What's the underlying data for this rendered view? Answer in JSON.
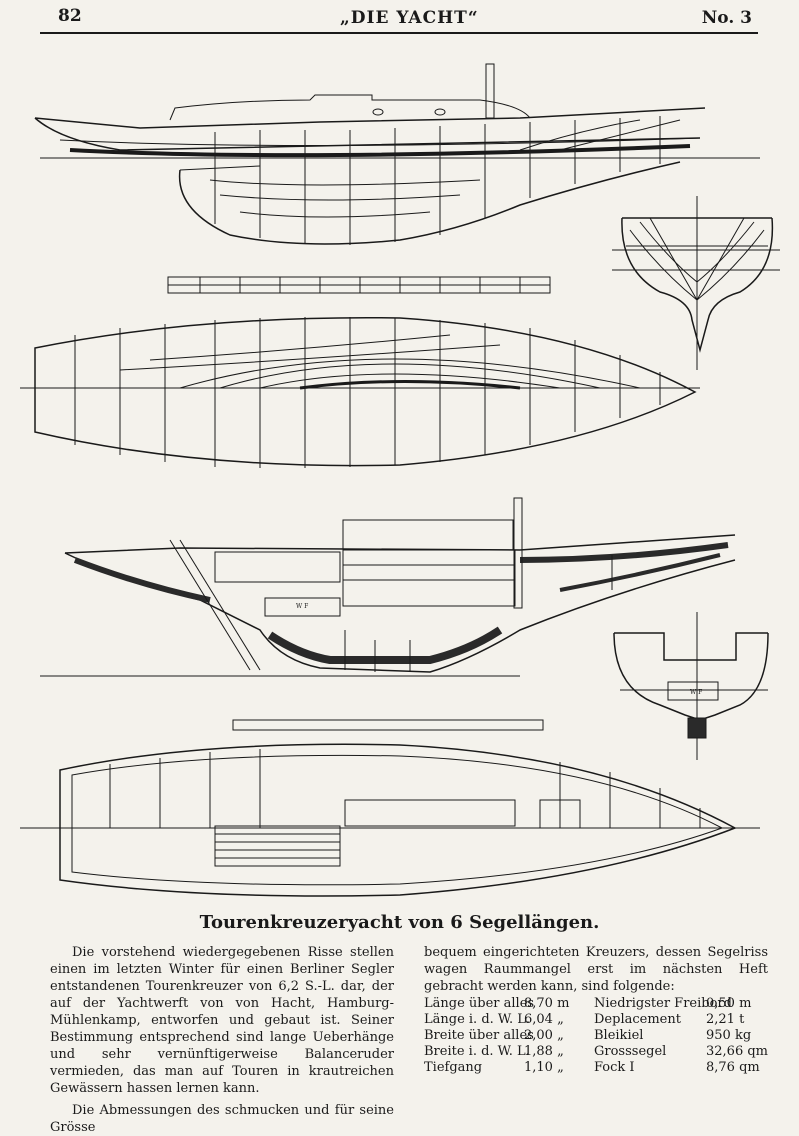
{
  "header": {
    "page_number": "82",
    "journal": "„DIE YACHT“",
    "issue": "No. 3"
  },
  "drawing_labels": {
    "label_a": "W F",
    "label_b": "W F"
  },
  "caption": "Tourenkreuzeryacht von 6 Segellängen.",
  "article": {
    "para1": "Die vorstehend wiedergegebenen Risse stellen einen im letzten Winter für einen Berliner Segler entstandenen Tourenkreuzer von 6,2 S.-L. dar, der auf der Yachtwerft von von Hacht, Hamburg-Mühlenkamp, entworfen und gebaut ist. Seiner Bestimmung entsprechend sind lange Ueberhänge und sehr vernünftigerweise Balanceruder vermieden, das man auf Touren in krautreichen Gewässern hassen lernen kann.",
    "para2": "Die Abmessungen des schmucken und für seine Grösse",
    "para3": "bequem eingerichteten Kreuzers, dessen Segelriss wagen Raummangel erst im nächsten Heft gebracht werden kann, sind folgende:"
  },
  "specs": [
    {
      "label1": "Länge über alles",
      "value1": "8,70 m",
      "label2": "Niedrigster Freibord",
      "value2": "0,50 m"
    },
    {
      "label1": "Länge i. d. W. L.",
      "value1": "6,04 „",
      "label2": "Deplacement",
      "value2": "2,21 t"
    },
    {
      "label1": "Breite über alles",
      "value1": "2,00 „",
      "label2": "Bleikiel",
      "value2": "950 kg"
    },
    {
      "label1": "Breite i. d. W. L.",
      "value1": "1,88 „",
      "label2": "Grosssegel",
      "value2": "32,66 qm"
    },
    {
      "label1": "Tiefgang",
      "value1": "1,10 „",
      "label2": "Fock I",
      "value2": "8,76 qm"
    }
  ]
}
